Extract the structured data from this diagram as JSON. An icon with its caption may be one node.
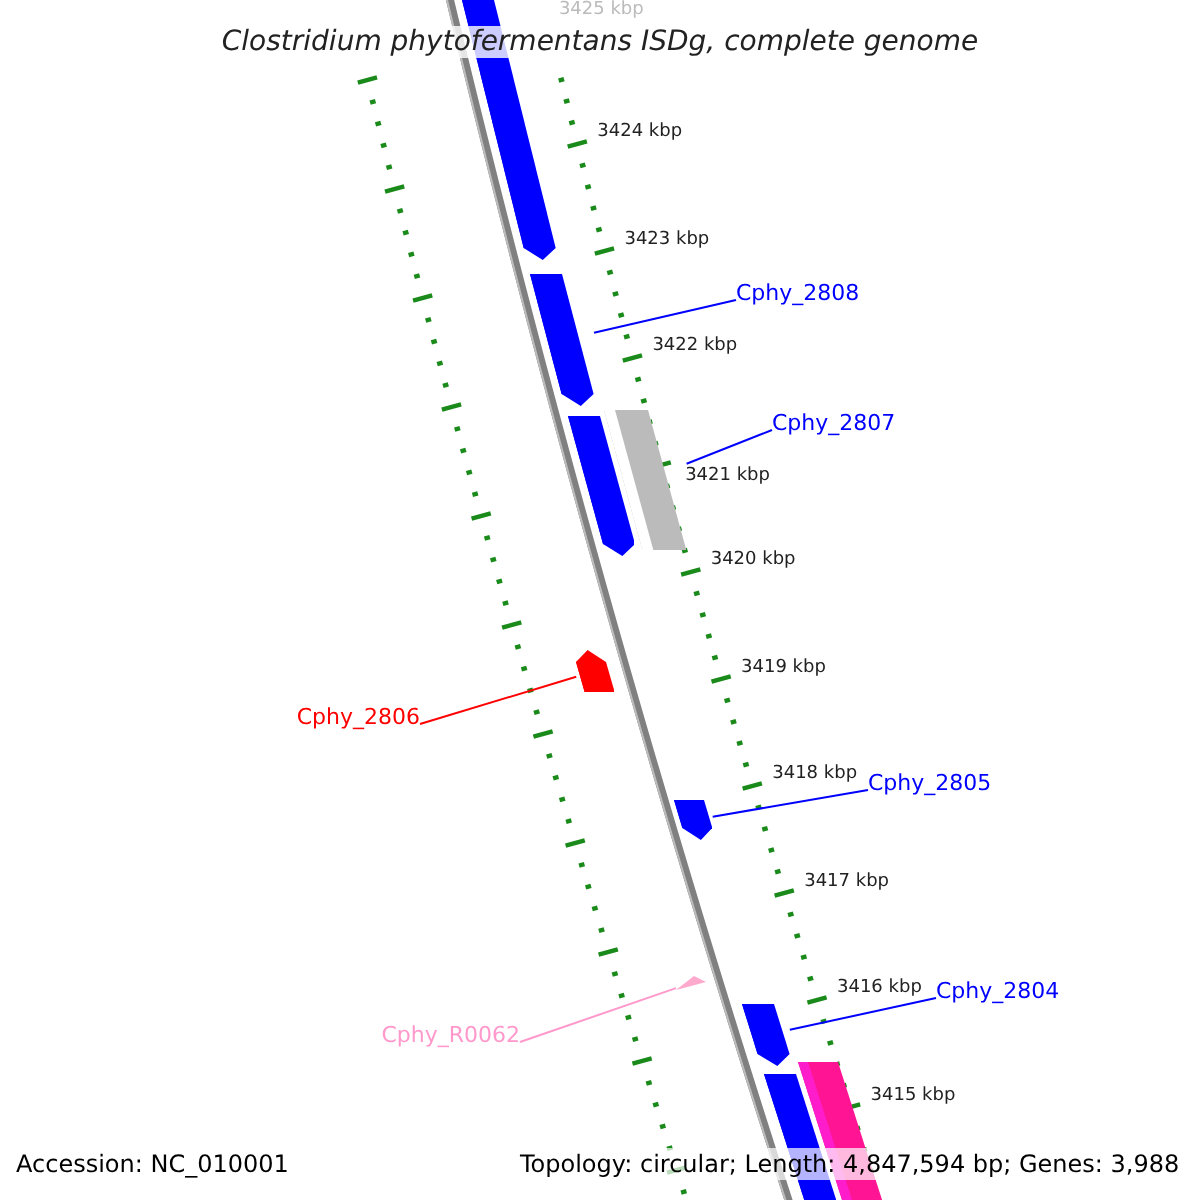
{
  "diagram": {
    "title": "Clostridium phytofermentans ISDg, complete genome",
    "nodes": [
      {
        "text": [
          "Cphy_2808"
        ]
      },
      {
        "text": [
          "Cphy_2807"
        ]
      },
      {
        "text": [
          "Cphy_2806"
        ]
      },
      {
        "text": [
          "Cphy_2805"
        ]
      },
      {
        "text": [
          "Cphy_R0062"
        ]
      },
      {
        "text": [
          "Cphy_2804"
        ]
      },
      {
        "text": [],
        "shape": "bar"
      },
      {
        "text": [],
        "shape": "bar"
      },
      {
        "text": [],
        "shape": "bar"
      },
      {
        "text": [],
        "shape": "bar"
      },
      {
        "text": [],
        "shape": "bar"
      },
      {
        "text": [],
        "shape": "bar"
      },
      {
        "text": [],
        "shape": "triangle"
      },
      {
        "text": [],
        "shape": "bar"
      },
      {
        "text": [],
        "shape": "bar"
      },
      {
        "text": [],
        "shape": "bar"
      }
    ],
    "edges": [
      {
        "from": 0,
        "to": 7,
        "arrow": "none"
      },
      {
        "from": 1,
        "to": 8,
        "arrow": "none"
      },
      {
        "from": 2,
        "to": 10,
        "arrow": "none",
        "color": "#ff0000"
      },
      {
        "from": 3,
        "to": 11,
        "arrow": "none"
      },
      {
        "from": 4,
        "to": 12,
        "arrow": "none",
        "color": "#ff99cc"
      },
      {
        "from": 5,
        "to": 13,
        "arrow": "none"
      }
    ],
    "labels": [
      "3425 kbp",
      "3424 kbp",
      "3423 kbp",
      "3422 kbp",
      "3421 kbp",
      "3420 kbp",
      "3419 kbp",
      "3418 kbp",
      "3417 kbp",
      "3416 kbp",
      "3415 kbp",
      "Accession: NC_010001",
      "Topology: circular; Length: 4,847,594 bp; Genes: 3,988"
    ]
  }
}
